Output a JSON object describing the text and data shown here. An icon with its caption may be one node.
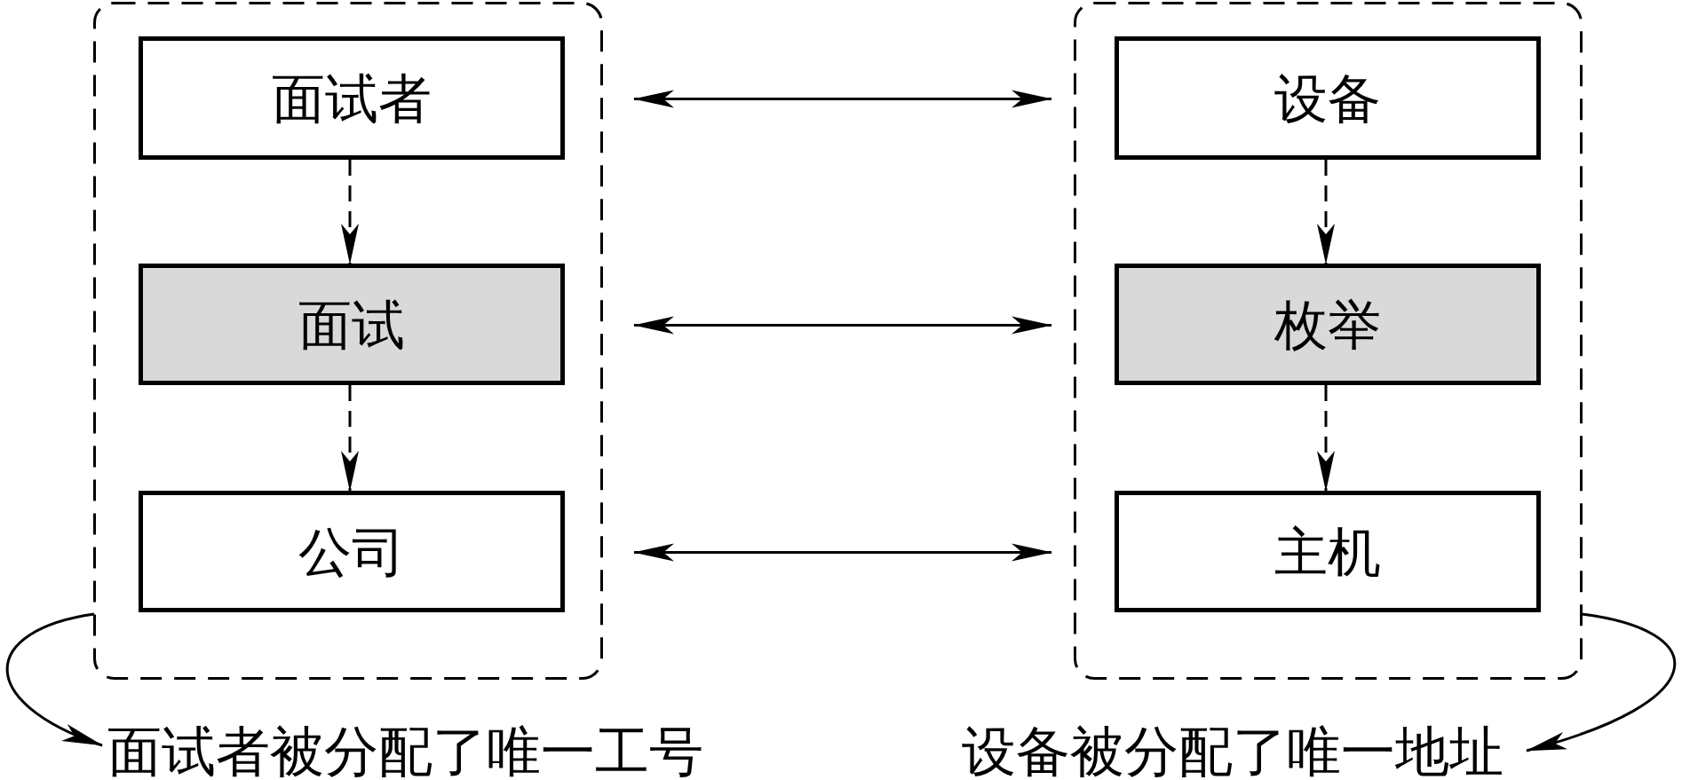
{
  "diagram": {
    "nodes": [
      {
        "text": [],
        "shape": "box"
      },
      {
        "text": [
          "面试者"
        ],
        "in": 0
      },
      {
        "text": [
          "面试"
        ],
        "in": 0
      },
      {
        "text": [
          "公司"
        ],
        "in": 0
      },
      {
        "text": [],
        "shape": "box"
      },
      {
        "text": [
          "设备"
        ],
        "in": 4
      },
      {
        "text": [
          "枚举"
        ],
        "in": 4
      },
      {
        "text": [
          "主机"
        ],
        "in": 4
      },
      {
        "text": [
          "面试者被分配了唯一工号"
        ]
      },
      {
        "text": [
          "设备被分配了唯一地址"
        ]
      }
    ],
    "edges": [
      {
        "from": 1,
        "to": 5,
        "arrow": "both"
      },
      {
        "from": 1,
        "to": 2,
        "arrow": "to",
        "style": "dashed"
      },
      {
        "from": 5,
        "to": 6,
        "arrow": "to",
        "style": "dashed"
      },
      {
        "from": 2,
        "to": 6,
        "arrow": "both"
      },
      {
        "from": 2,
        "to": 3,
        "arrow": "to",
        "style": "dashed"
      },
      {
        "from": 6,
        "to": 7,
        "arrow": "to",
        "style": "dashed"
      },
      {
        "from": 3,
        "to": 7,
        "arrow": "both"
      },
      {
        "from": 0,
        "to": 8,
        "arrow": "to"
      },
      {
        "from": 4,
        "to": 9,
        "arrow": "to"
      }
    ]
  }
}
